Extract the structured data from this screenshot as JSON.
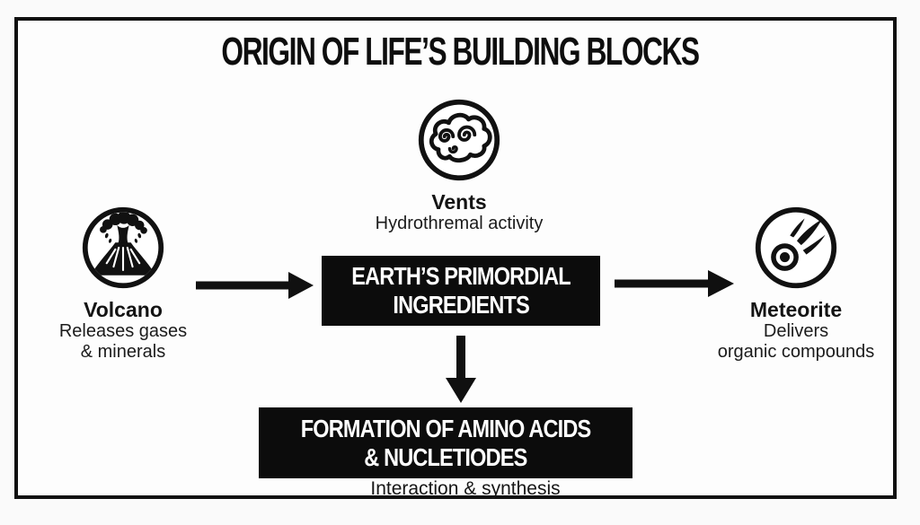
{
  "title": "ORIGIN OF LIFE’S BUILDING BLOCKS",
  "colors": {
    "ink": "#101010",
    "box_background": "#0c0c0c",
    "box_text": "#ffffff",
    "canvas_background": "#fdfdfd"
  },
  "nodes": {
    "vents": {
      "icon": "hydrothermal-vents-icon",
      "label": "Vents",
      "sublabel": "Hydrothremal activity"
    },
    "volcano": {
      "icon": "volcano-icon",
      "label": "Volcano",
      "sublabel_line1": "Releases gases",
      "sublabel_line2": "& minerals"
    },
    "meteorite": {
      "icon": "meteorite-icon",
      "label": "Meteorite",
      "sublabel_line1": "Delivers",
      "sublabel_line2": "organic compounds"
    }
  },
  "boxes": {
    "primordial": {
      "line1": "EARTH’S PRIMORDIAL",
      "line2": "INGREDIENTS"
    },
    "formation": {
      "line1": "FORMATION OF AMINO ACIDS",
      "line2": "& NUCLETIODES",
      "caption": "Interaction & synthesis"
    }
  }
}
